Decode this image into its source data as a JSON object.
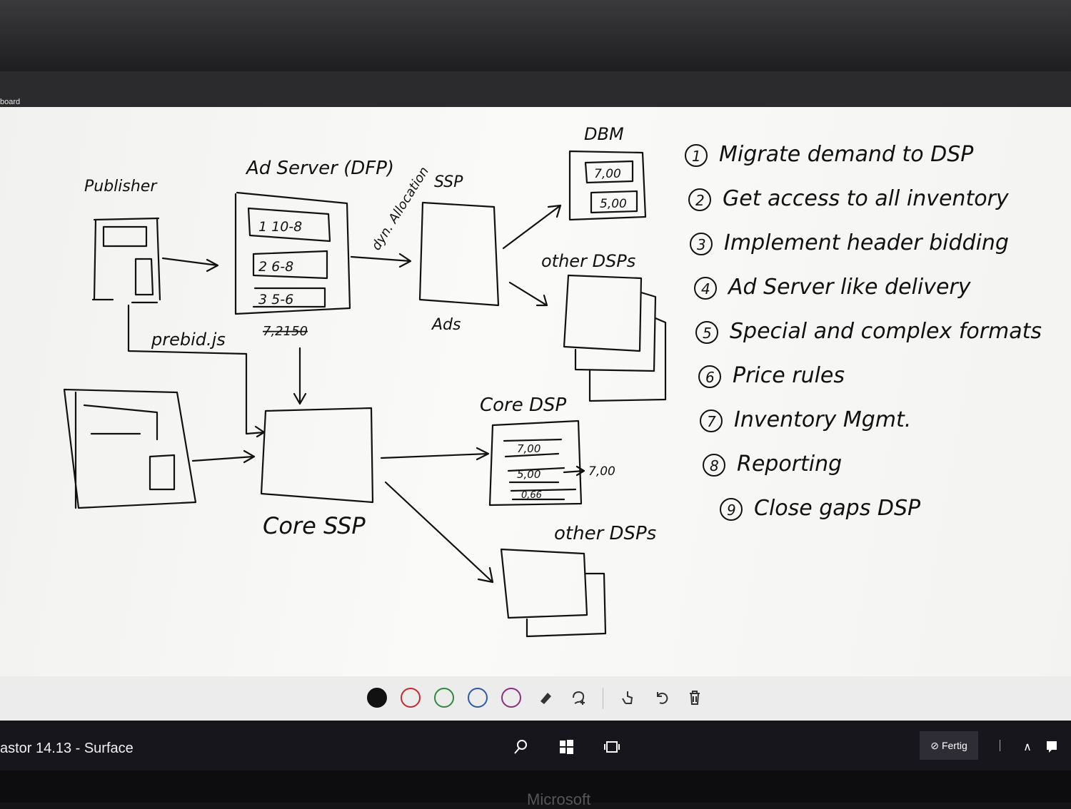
{
  "window": {
    "title_fragment": "board"
  },
  "whiteboard": {
    "labels": {
      "publisher": "Publisher",
      "ad_server": "Ad Server (DFP)",
      "dyn_allocation": "dyn. Allocation",
      "ssp": "SSP",
      "ads": "Ads",
      "dbm": "DBM",
      "dbm_bids": [
        "7,00",
        "5,00"
      ],
      "other_dsps_top": "other DSPs",
      "line_items": [
        "1 10-8",
        "2 6-8",
        "3 5-6"
      ],
      "prebid": "prebid.js",
      "prebid_value": "7,2150",
      "core_ssp": "Core SSP",
      "core_dsp": "Core DSP",
      "core_dsp_bids": [
        "7,00",
        "5,00",
        "0,66"
      ],
      "core_dsp_result": "7,00",
      "other_dsps_bottom": "other DSPs"
    },
    "list": [
      {
        "num": "1",
        "text": "Migrate demand to DSP"
      },
      {
        "num": "2",
        "text": "Get access to all inventory"
      },
      {
        "num": "3",
        "text": "Implement header bidding"
      },
      {
        "num": "4",
        "text": "Ad Server like delivery"
      },
      {
        "num": "5",
        "text": "Special and complex formats"
      },
      {
        "num": "6",
        "text": "Price rules"
      },
      {
        "num": "7",
        "text": "Inventory Mgmt."
      },
      {
        "num": "8",
        "text": "Reporting"
      },
      {
        "num": "9",
        "text": "Close gaps DSP"
      }
    ]
  },
  "toolbar": {
    "pens": [
      {
        "name": "black",
        "color": "#111111",
        "selected": true
      },
      {
        "name": "red",
        "color": "#c8282a",
        "selected": false
      },
      {
        "name": "green",
        "color": "#2f8a3a",
        "selected": false
      },
      {
        "name": "blue",
        "color": "#2c5aa8",
        "selected": false
      },
      {
        "name": "purple",
        "color": "#8a2f7a",
        "selected": false
      }
    ],
    "tools": [
      "eraser-icon",
      "lasso-icon",
      "touch-icon",
      "undo-icon",
      "delete-icon"
    ]
  },
  "taskbar": {
    "window_title": "astor 14.13 - Surface",
    "done_label": "Fertig"
  },
  "bezel": {
    "brand": "Microsoft"
  }
}
